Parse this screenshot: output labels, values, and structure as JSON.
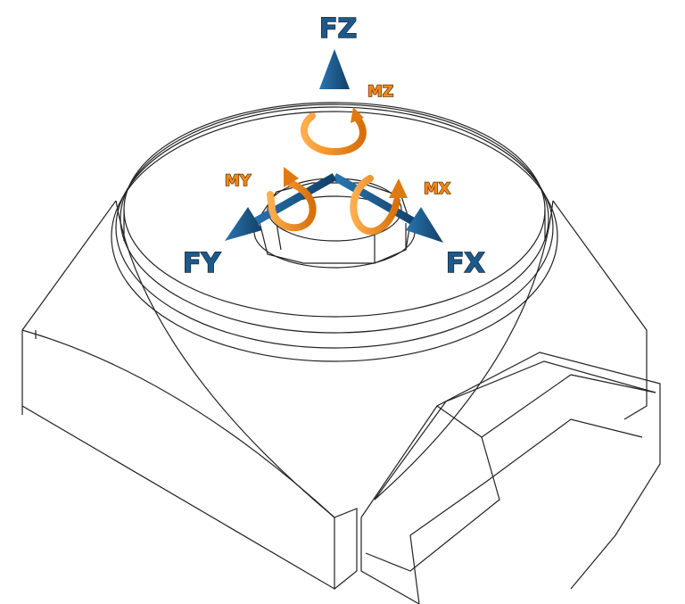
{
  "labels": {
    "fz": "FZ",
    "fx": "FX",
    "fy": "FY",
    "mz": "MZ",
    "mx": "MX",
    "my": "MY"
  },
  "colors": {
    "force": "#1c5a8c",
    "moment": "#f0891e",
    "outline": "#222222"
  }
}
